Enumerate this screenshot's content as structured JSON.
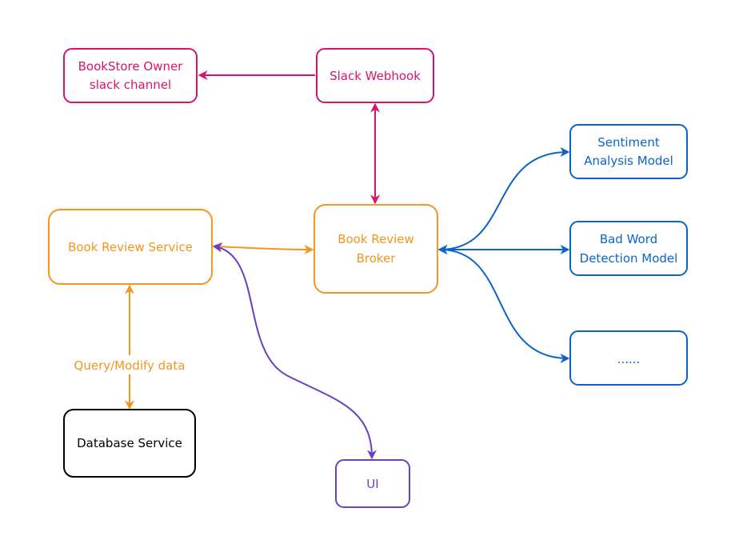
{
  "colors": {
    "magenta": "#d6146e",
    "orange": "#f3961f",
    "blue": "#0b63c9",
    "purple": "#6a3fc1",
    "black": "#000000"
  },
  "nodes": {
    "bookstore_owner": {
      "lines": [
        "BookStore Owner",
        "slack channel"
      ]
    },
    "slack_webhook": {
      "lines": [
        "Slack Webhook"
      ]
    },
    "sentiment_model": {
      "lines": [
        "Sentiment",
        "Analysis Model"
      ]
    },
    "bad_word_model": {
      "lines": [
        "Bad Word",
        "Detection Model"
      ]
    },
    "more_models": {
      "lines": [
        "......"
      ]
    },
    "book_review_service": {
      "lines": [
        "Book Review Service"
      ]
    },
    "book_review_broker": {
      "lines": [
        "Book Review",
        "Broker"
      ]
    },
    "database_service": {
      "lines": [
        "Database Service"
      ]
    },
    "ui": {
      "lines": [
        "UI"
      ]
    }
  },
  "edges": {
    "service_database": {
      "label": "Query/Modify data"
    }
  }
}
